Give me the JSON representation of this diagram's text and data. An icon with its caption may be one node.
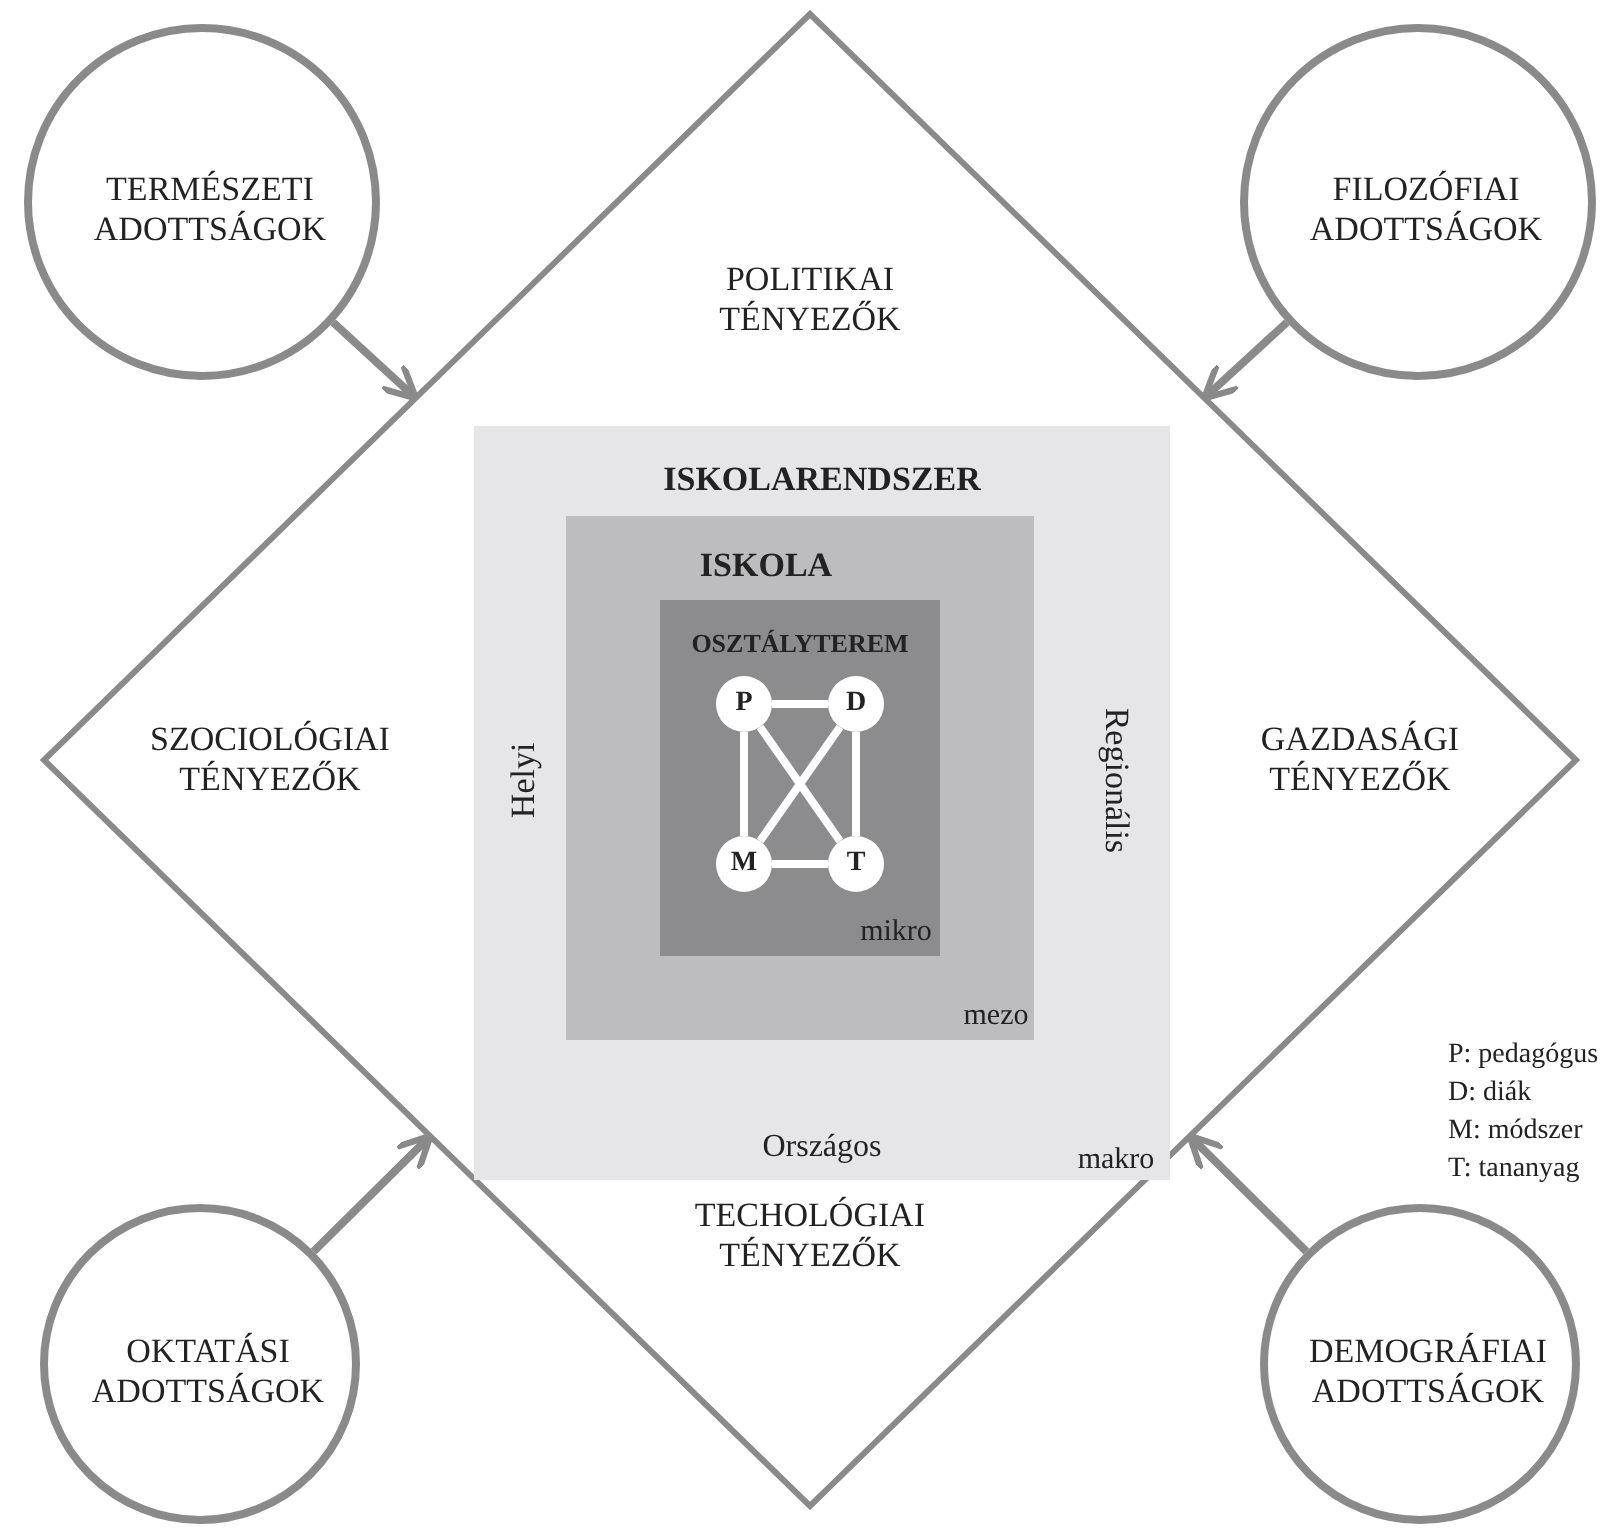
{
  "diagram": {
    "nodes": [
      {
        "text": [
          "TERMÉSZETI ADOTTSÁGOK"
        ]
      },
      {
        "text": [
          "FILOZÓFIAI ADOTTSÁGOK"
        ]
      },
      {
        "text": [
          "POLITIKAI TÉNYEZŐK",
          "SZOCIOLÓGIAI TÉNYEZŐK",
          "GAZDASÁGI TÉNYEZŐK",
          "TECHOLÓGIAI TÉNYEZŐK"
        ]
      },
      {
        "text": [
          "ISKOLARENDSZER",
          "Helyi",
          "Regionális",
          "Országos",
          "makro"
        ],
        "in": 2
      },
      {
        "text": [
          "ISKOLA",
          "mezo"
        ],
        "in": 3
      },
      {
        "text": [
          "OSZTÁLYTEREM",
          "mikro"
        ],
        "in": 4
      },
      {
        "text": [
          "P"
        ],
        "in": 5
      },
      {
        "text": [
          "D"
        ],
        "in": 5
      },
      {
        "text": [
          "M"
        ],
        "in": 5
      },
      {
        "text": [
          "T"
        ],
        "in": 5
      },
      {
        "text": [
          "OKTATÁSI ADOTTSÁGOK"
        ]
      },
      {
        "text": [
          "DEMOGRÁFIAI ADOTTSÁGOK"
        ]
      }
    ],
    "edges": [
      {
        "from": 0,
        "to": 2,
        "arrow": "to",
        "color": "#8a8a8a"
      },
      {
        "from": 1,
        "to": 2,
        "arrow": "to",
        "color": "#8a8a8a"
      },
      {
        "from": 10,
        "to": 2,
        "arrow": "to",
        "color": "#8a8a8a"
      },
      {
        "from": 11,
        "to": 2,
        "arrow": "to",
        "color": "#8a8a8a"
      },
      {
        "from": 6,
        "to": 7,
        "arrow": "none"
      },
      {
        "from": 6,
        "to": 8,
        "arrow": "none"
      },
      {
        "from": 6,
        "to": 9,
        "arrow": "none"
      },
      {
        "from": 7,
        "to": 8,
        "arrow": "none"
      },
      {
        "from": 7,
        "to": 9,
        "arrow": "none"
      },
      {
        "from": 8,
        "to": 9,
        "arrow": "none"
      }
    ],
    "labels": [
      "P: pedagógus",
      "D: diák",
      "M: módszer",
      "T: tananyag"
    ]
  }
}
